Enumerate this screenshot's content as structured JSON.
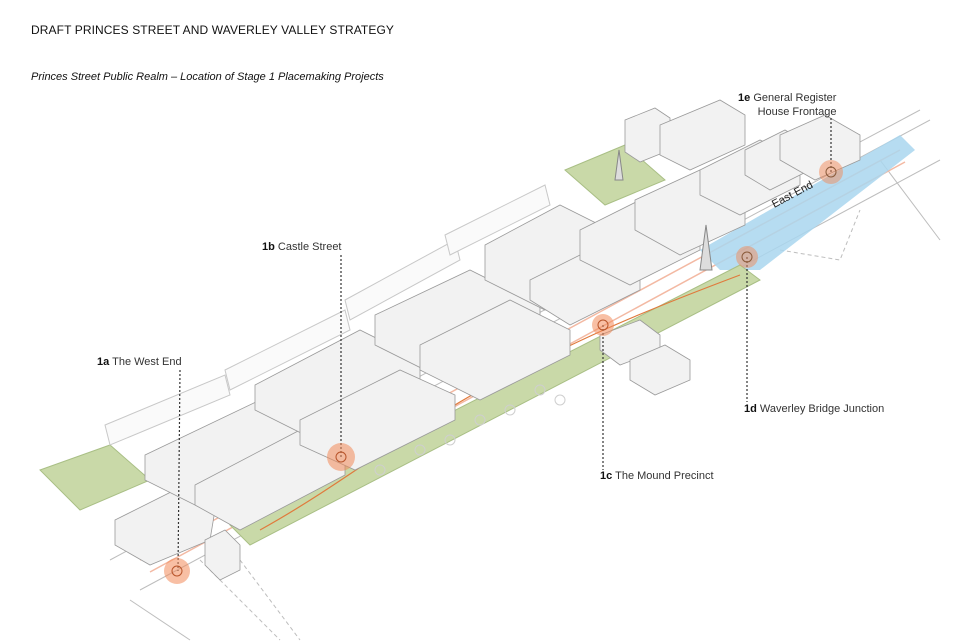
{
  "document": {
    "title": "DRAFT PRINCES STREET AND WAVERLEY VALLEY STRATEGY",
    "subtitle": "Princes Street Public Realm – Location of Stage 1 Placemaking Projects"
  },
  "diagram": {
    "area_label": "East End",
    "projects": [
      {
        "code": "1a",
        "name": "The West End"
      },
      {
        "code": "1b",
        "name": "Castle Street"
      },
      {
        "code": "1c",
        "name": "The Mound Precinct"
      },
      {
        "code": "1d",
        "name": "Waverley Bridge Junction"
      },
      {
        "code": "1e",
        "name": "General Register",
        "name_line2": "House Frontage"
      }
    ],
    "colors": {
      "marker": "#f28a5a",
      "park": "#c9d9a8",
      "east_end": "#a9d6ee",
      "building": "#f2f2f2",
      "outline": "#9a9a9a"
    }
  }
}
